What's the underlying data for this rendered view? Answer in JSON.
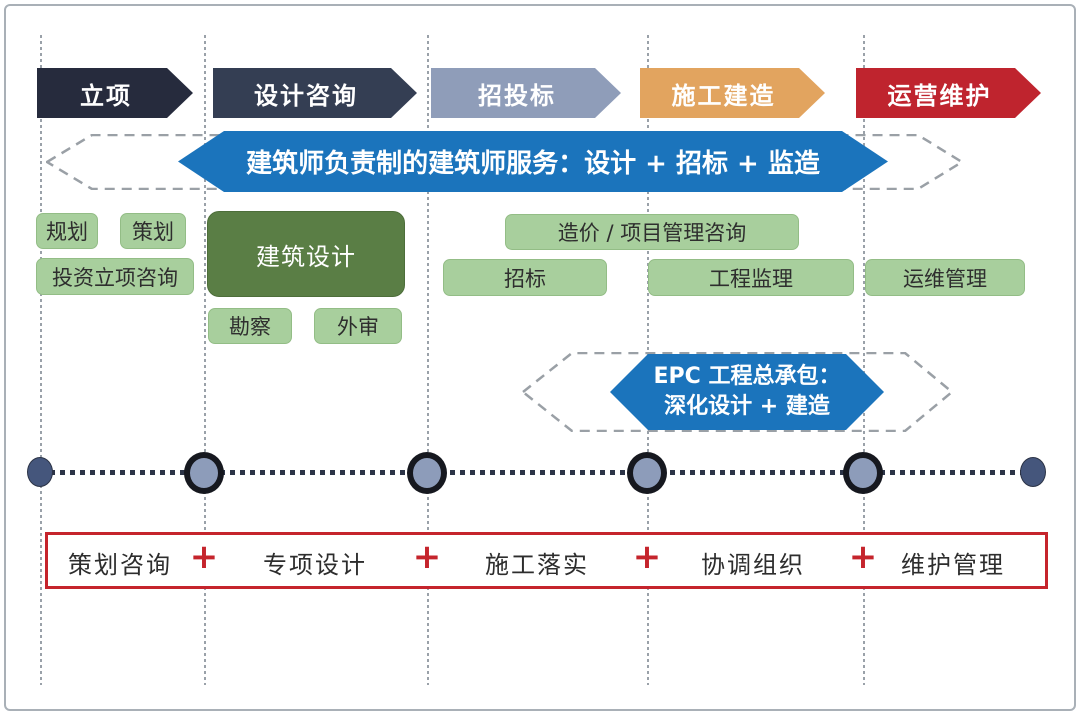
{
  "phases": [
    {
      "label": "立项",
      "color": "#262b3d"
    },
    {
      "label": "设计咨询",
      "color": "#343e53"
    },
    {
      "label": "招投标",
      "color": "#8f9db9"
    },
    {
      "label": "施工建造",
      "color": "#e2a45f"
    },
    {
      "label": "运营维护",
      "color": "#bf242e"
    }
  ],
  "architect_service_banner": {
    "text": "建筑师负责制的建筑师服务：设计 + 招标 + 监造",
    "color": "#1b74bc"
  },
  "epc_banner": {
    "line1": "EPC 工程总承包：",
    "line2": "深化设计 + 建造",
    "color": "#1b74bc"
  },
  "service_boxes": {
    "planning": "规划",
    "programming": "策划",
    "investment_consulting": "投资立项咨询",
    "architectural_design": "建筑设计",
    "survey": "勘察",
    "external_review": "外审",
    "cost_pm_consulting": "造价 / 项目管理咨询",
    "tendering": "招标",
    "construction_supervision": "工程监理",
    "om_management": "运维管理"
  },
  "bottom_roles": {
    "items": [
      "策划咨询",
      "专项设计",
      "施工落实",
      "协调组织",
      "维护管理"
    ],
    "separator": "+"
  },
  "colors": {
    "light_green": "#a8cf9d",
    "dark_green": "#5a7e45",
    "banner_blue": "#1b74bc",
    "accent_red": "#c5242c",
    "timeline_end_dot": "#45567c",
    "timeline_node_ring": "#16181f",
    "timeline_node_fill": "#8d9cba"
  }
}
